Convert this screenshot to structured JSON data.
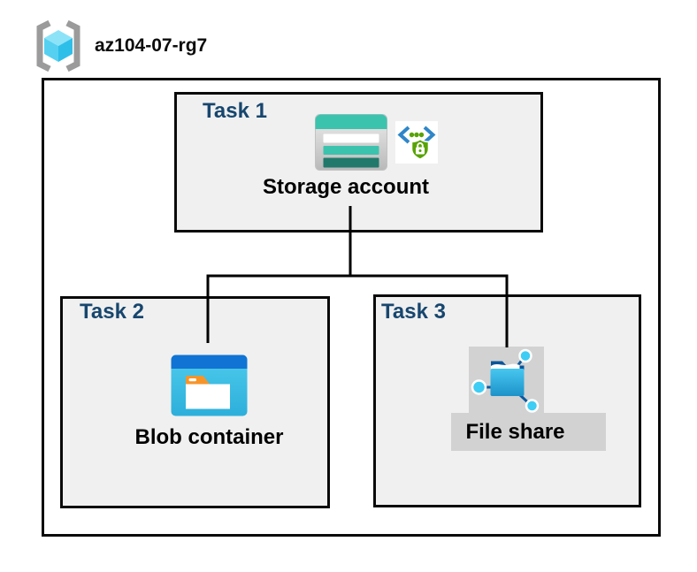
{
  "header": {
    "title": "az104-07-rg7",
    "icon": "resource-group-icon"
  },
  "diagram": {
    "tasks": [
      {
        "label": "Task 1",
        "node": "Storage account",
        "icons": [
          "storage-account-icon",
          "sas-shield-lock-icon"
        ]
      },
      {
        "label": "Task 2",
        "node": "Blob container",
        "icons": [
          "blob-container-icon"
        ]
      },
      {
        "label": "Task 3",
        "node": "File share",
        "icons": [
          "file-share-icon"
        ]
      }
    ],
    "connections": [
      {
        "from": "Storage account",
        "to": "Blob container"
      },
      {
        "from": "Storage account",
        "to": "File share"
      }
    ]
  },
  "colors": {
    "task_label": "#17466E",
    "box_fill": "#F0F0F0",
    "connector": "#000000",
    "storage_teal": "#3BC3AE",
    "storage_teal_dark": "#20796A",
    "blob_blue": "#1173D4",
    "blob_cyan": "#35BDE4",
    "tab_orange": "#F79428",
    "sas_green": "#57A300",
    "sas_blue": "#2E86C8",
    "fileshare_gray": "#D2D2D2",
    "folder_blue_dark": "#0A559A"
  }
}
